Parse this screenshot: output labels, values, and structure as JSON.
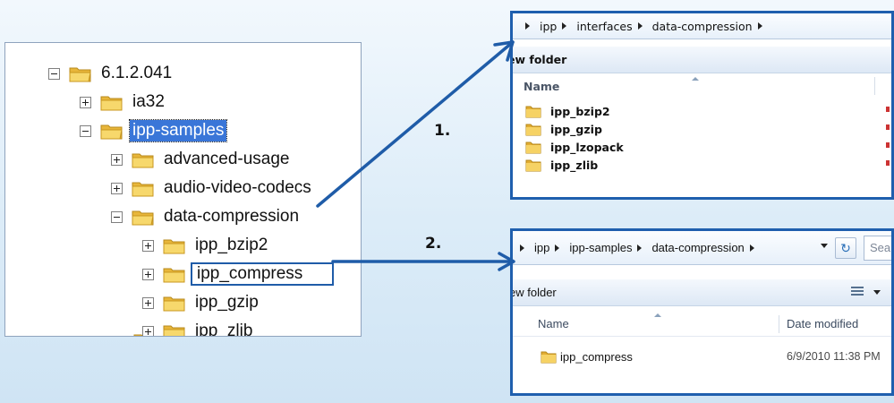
{
  "tree": {
    "items": [
      {
        "label": "6.1.2.041",
        "expander": "minus",
        "state": "normal"
      },
      {
        "label": "ia32",
        "expander": "plus",
        "state": "normal"
      },
      {
        "label": "ipp-samples",
        "expander": "minus",
        "state": "selected"
      },
      {
        "label": "advanced-usage",
        "expander": "plus",
        "state": "normal"
      },
      {
        "label": "audio-video-codecs",
        "expander": "plus",
        "state": "normal"
      },
      {
        "label": "data-compression",
        "expander": "minus",
        "state": "normal"
      },
      {
        "label": "ipp_bzip2",
        "expander": "plus",
        "state": "normal"
      },
      {
        "label": "ipp_compress",
        "expander": "plus",
        "state": "highlighted"
      },
      {
        "label": "ipp_gzip",
        "expander": "plus",
        "state": "normal"
      },
      {
        "label": "ipp_zlib",
        "expander": "plus",
        "state": "normal"
      }
    ]
  },
  "window1": {
    "breadcrumbs": [
      "ipp",
      "interfaces",
      "data-compression"
    ],
    "toolbar_text": "ew folder",
    "column_name": "Name",
    "files": [
      "ipp_bzip2",
      "ipp_gzip",
      "ipp_lzopack",
      "ipp_zlib"
    ]
  },
  "window2": {
    "breadcrumbs": [
      "ipp",
      "ipp-samples",
      "data-compression"
    ],
    "search_placeholder": "Sear",
    "toolbar_text": "ew folder",
    "column_name": "Name",
    "column_date": "Date modified",
    "files": [
      {
        "name": "ipp_compress",
        "date": "6/9/2010 11:38 PM"
      }
    ]
  },
  "steps": {
    "step1": "1.",
    "step2": "2."
  },
  "colors": {
    "arrow": "#1f5ca8",
    "selection": "#3a76d8",
    "window_border": "#1f5fae",
    "folder": "#f0c648"
  }
}
